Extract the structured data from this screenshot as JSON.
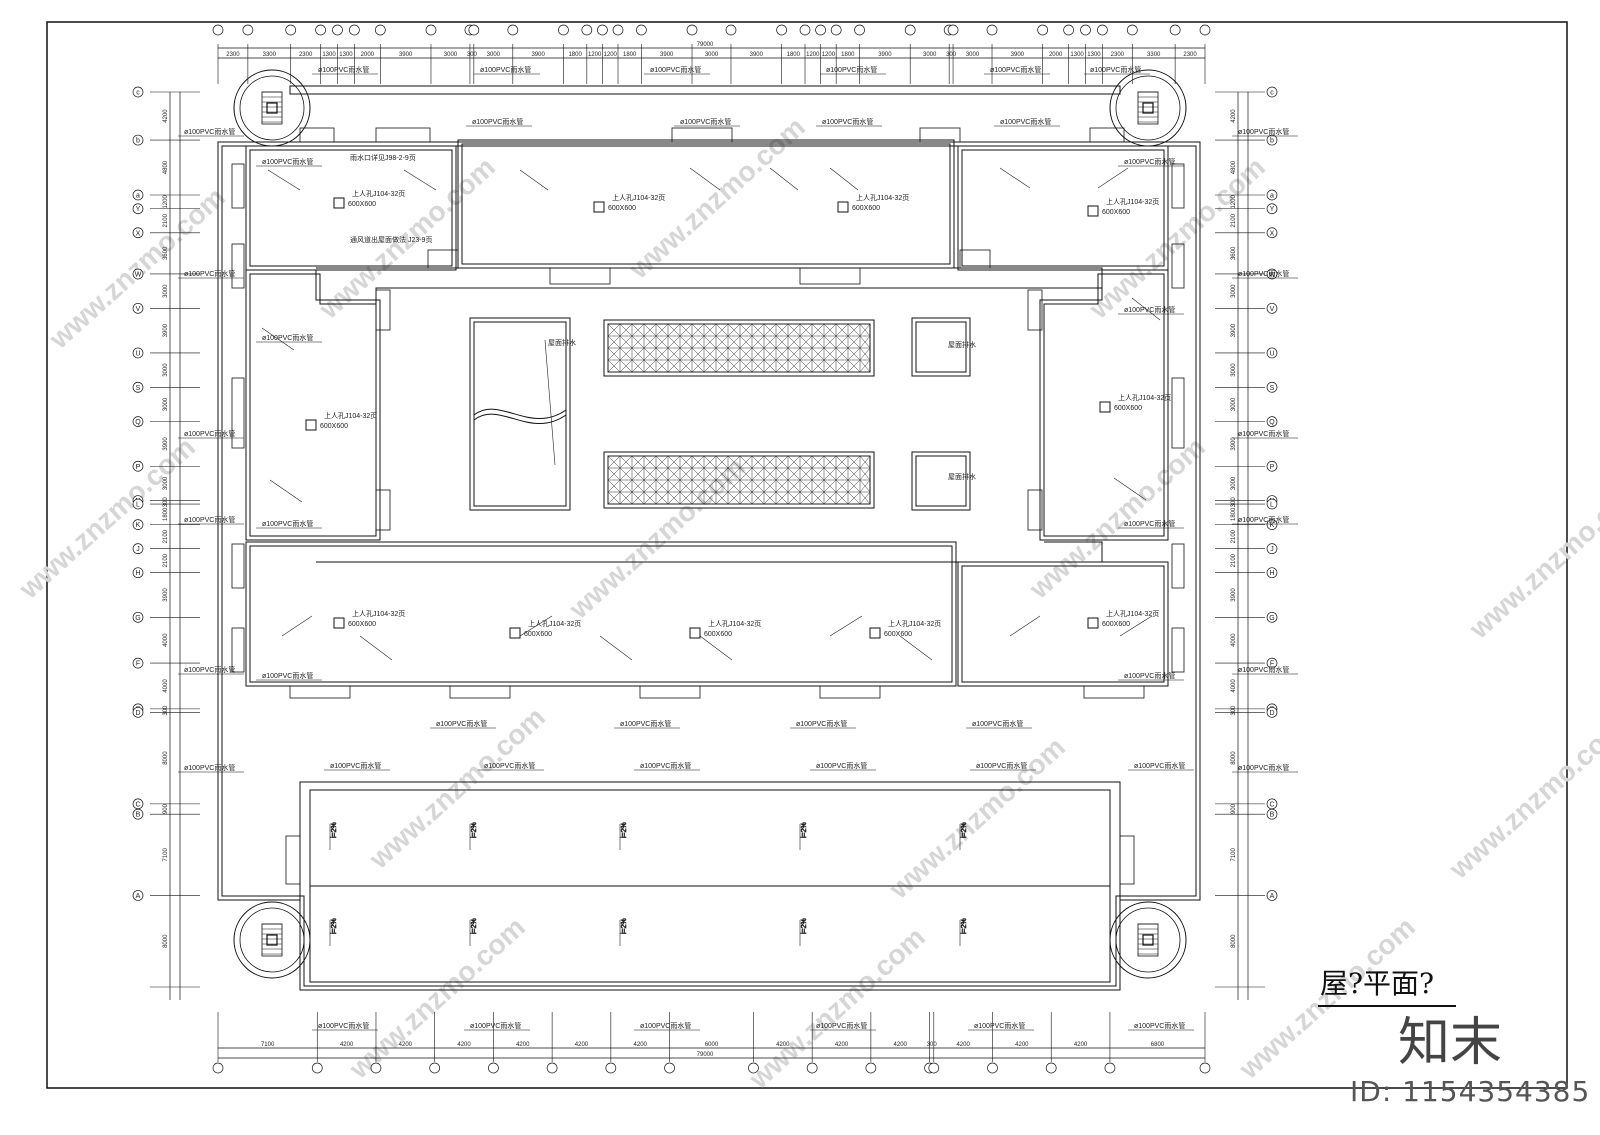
{
  "drawing": {
    "title": "屋?平面?",
    "brand": "知末",
    "id_label": "ID: 1154354385",
    "watermark": "www.znzmo.com",
    "total_dim": "79000",
    "top_dims": [
      "2300",
      "3300",
      "2300",
      "1300",
      "1300",
      "2000",
      "3900",
      "3000",
      "300",
      "3000",
      "3900",
      "1800",
      "1200",
      "1200",
      "1800",
      "3900",
      "3000",
      "3900",
      "1800",
      "1200",
      "1200",
      "1800",
      "3900",
      "3000",
      "300",
      "3000",
      "3900",
      "2000",
      "1300",
      "1300",
      "2300",
      "3300",
      "2300"
    ],
    "bottom_dims": [
      "7100",
      "4200",
      "4200",
      "4200",
      "4200",
      "4200",
      "4200",
      "6000",
      "4200",
      "4200",
      "4200",
      "300",
      "4200",
      "4200",
      "4200",
      "6800"
    ],
    "row_labels_left": [
      "c",
      "b",
      "a",
      "Y",
      "X",
      "W",
      "V",
      "U",
      "S",
      "Q",
      "P",
      "N",
      "L",
      "K",
      "J",
      "H",
      "G",
      "F",
      "E",
      "D",
      "C",
      "B",
      "A"
    ],
    "left_dims": [
      "4200",
      "4800",
      "1200",
      "2100",
      "3600",
      "3000",
      "3900",
      "3000",
      "3000",
      "3900",
      "3000",
      "300",
      "1800",
      "2100",
      "2100",
      "3900",
      "4000",
      "4000",
      "300",
      "8000",
      "900",
      "7100",
      "8000"
    ],
    "pipe_label": "ø100PVC雨水管",
    "hatch_label": "上人孔J104-32页",
    "hatch_size": "600X600",
    "roof_note": "屋面排水",
    "slope_label": "i=2%",
    "note_1": "雨水口详见J98-2-9页",
    "note_2": "通风道出屋面做法 J23-9页"
  }
}
